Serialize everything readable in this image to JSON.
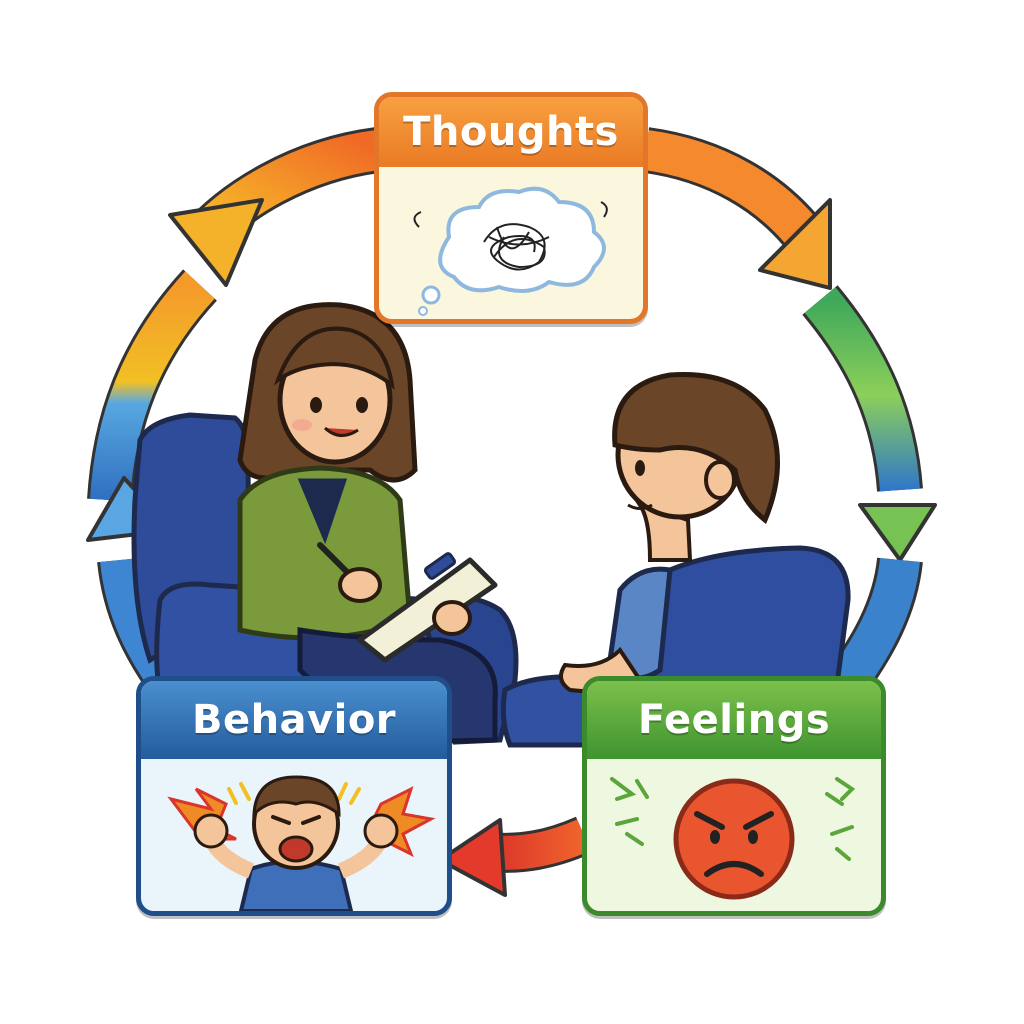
{
  "cycle": {
    "thoughts": {
      "label": "Thoughts",
      "color": "#ea7a25",
      "icon": "tangled-thought-cloud-icon"
    },
    "feelings": {
      "label": "Feelings",
      "color": "#3f942f",
      "icon": "angry-face-icon"
    },
    "behavior": {
      "label": "Behavior",
      "color": "#245c9c",
      "icon": "shouting-child-icon"
    }
  },
  "arrows": [
    {
      "from": "thoughts",
      "to": "feelings",
      "colors": [
        "#f3742a",
        "#3aa55a"
      ]
    },
    {
      "from": "feelings",
      "to": "behavior",
      "colors": [
        "#e8452e",
        "#e8452e"
      ]
    },
    {
      "from": "behavior",
      "to": "thoughts",
      "colors": [
        "#3b7fd0",
        "#f6c324"
      ]
    }
  ]
}
